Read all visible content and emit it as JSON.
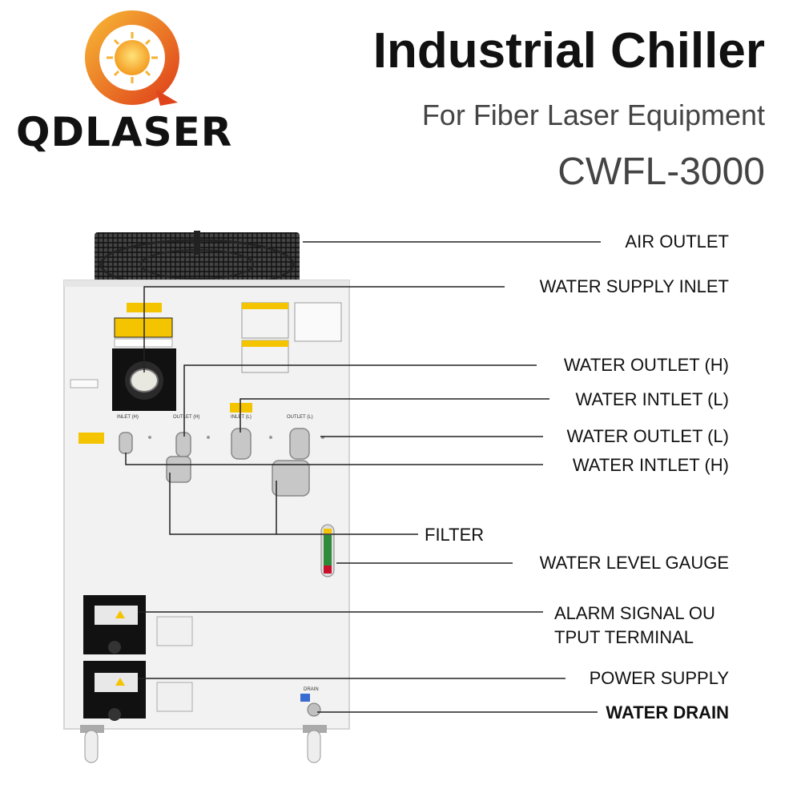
{
  "brand": {
    "name": "QDLASER"
  },
  "header": {
    "title": "Industrial Chiller",
    "subtitle": "For Fiber Laser Equipment",
    "model": "CWFL-3000"
  },
  "callouts": {
    "air_outlet": "AIR OUTLET",
    "water_supply_inlet": "WATER SUPPLY INLET",
    "water_outlet_h": "WATER OUTLET (H)",
    "water_intlet_l": "WATER INTLET (L)",
    "water_outlet_l": "WATER OUTLET (L)",
    "water_intlet_h": "WATER INTLET (H)",
    "filter": "FILTER",
    "water_level_gauge": "WATER LEVEL GAUGE",
    "alarm_line1": "ALARM SIGNAL OU",
    "alarm_line2": "TPUT TERMINAL",
    "power_supply": "POWER SUPPLY",
    "water_drain": "WATER DRAIN"
  },
  "panel_labels": {
    "inlet_h": "INLET (H)",
    "outlet_h": "OUTLET (H)",
    "inlet_l": "INLET (L)",
    "outlet_l": "OUTLET (L)",
    "drain": "DRAIN"
  },
  "colors": {
    "logo_orange": "#f39a1e",
    "logo_red": "#e0441b",
    "cabinet": "#f2f2f2",
    "warning_yellow": "#f5c400",
    "gauge_green": "#2e8b3a",
    "gauge_red": "#c8102e"
  }
}
